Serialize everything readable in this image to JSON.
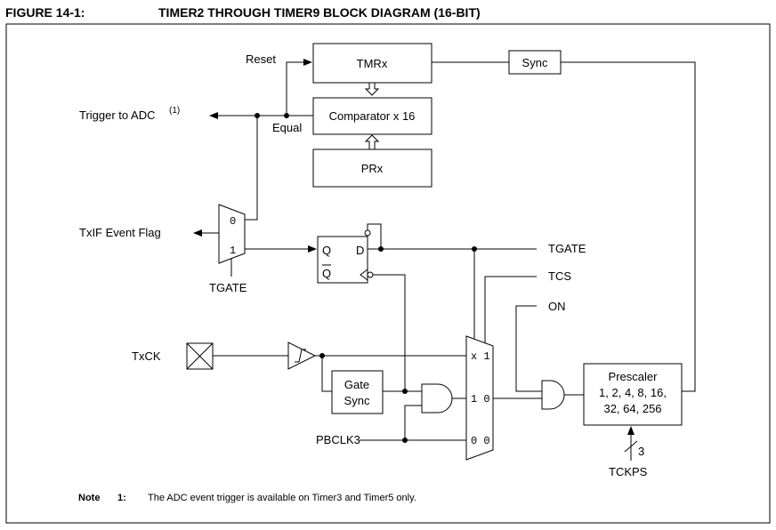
{
  "figure": {
    "number": "FIGURE 14-1:",
    "title": "TIMER2 THROUGH TIMER9 BLOCK DIAGRAM (16-BIT)"
  },
  "blocks": {
    "tmrx": "TMRx",
    "sync": "Sync",
    "comparator": "Comparator x 16",
    "prx": "PRx",
    "gate_sync_line1": "Gate",
    "gate_sync_line2": "Sync",
    "prescaler_line1": "Prescaler",
    "prescaler_line2": "1, 2, 4, 8, 16,",
    "prescaler_line3": "32, 64, 256"
  },
  "labels": {
    "reset": "Reset",
    "equal": "Equal",
    "trigger_adc": "Trigger to ADC",
    "trigger_adc_note": "(1)",
    "txif": "TxIF Event Flag",
    "tgate_mux": "TGATE",
    "tgate_right": "TGATE",
    "tcs": "TCS",
    "on": "ON",
    "txck": "TxCK",
    "pbclk": "PBCLK3",
    "tckps": "TCKPS",
    "bus_width": "3",
    "mux_in0": "0",
    "mux_in1": "1",
    "ff_q": "Q",
    "ff_qbar": "Q",
    "ff_d": "D",
    "mux3_x1": "x 1",
    "mux3_10": "1 0",
    "mux3_00": "0 0"
  },
  "note": {
    "label": "Note",
    "number": "1:",
    "text": "The ADC event trigger is available on Timer3 and Timer5 only."
  }
}
